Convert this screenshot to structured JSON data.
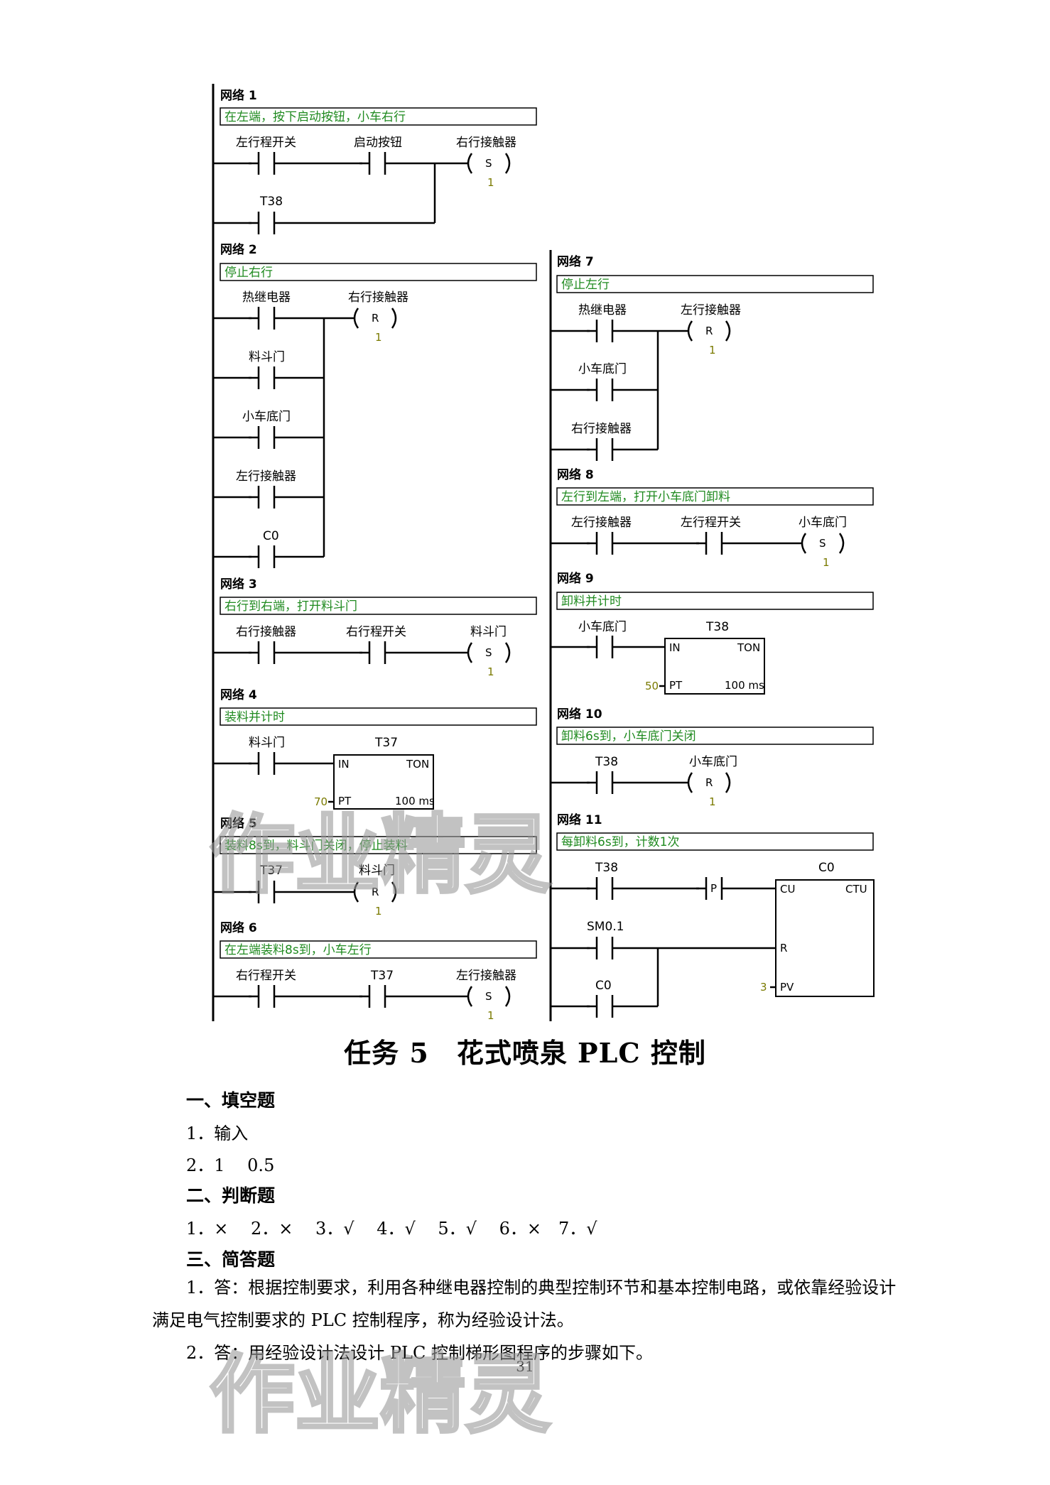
{
  "ladder": {
    "networks": [
      {
        "id": "n1",
        "title": "网络 1",
        "comment": "在左端，按下启动按钮，小车右行",
        "labels": {
          "c1": "左行程开关",
          "c2": "启动按钮",
          "coil": "右行接触器",
          "c3": "T38"
        },
        "coil_op": "S",
        "coil_n": "1"
      },
      {
        "id": "n2",
        "title": "网络 2",
        "comment": "停止右行",
        "labels": {
          "c1": "热继电器",
          "c2": "料斗门",
          "c3": "小车底门",
          "c4": "左行接触器",
          "c5": "C0",
          "coil": "右行接触器"
        },
        "coil_op": "R",
        "coil_n": "1"
      },
      {
        "id": "n3",
        "title": "网络 3",
        "comment": "右行到右端，打开料斗门",
        "labels": {
          "c1": "右行接触器",
          "c2": "右行程开关",
          "coil": "料斗门"
        },
        "coil_op": "S",
        "coil_n": "1"
      },
      {
        "id": "n4",
        "title": "网络 4",
        "comment": "装料并计时",
        "labels": {
          "c1": "料斗门",
          "timer": "T37",
          "in": "IN",
          "type": "TON",
          "pt": "PT",
          "pt_val": "70",
          "base": "100 ms"
        }
      },
      {
        "id": "n5",
        "title": "网络 5",
        "comment": "装料8s到，料斗门关闭，停止装料",
        "labels": {
          "c1": "T37",
          "coil": "料斗门"
        },
        "coil_op": "R",
        "coil_n": "1"
      },
      {
        "id": "n6",
        "title": "网络 6",
        "comment": "在左端装料8s到，小车左行",
        "labels": {
          "c1": "右行程开关",
          "c2": "T37",
          "coil": "左行接触器"
        },
        "coil_op": "S",
        "coil_n": "1"
      },
      {
        "id": "n7",
        "title": "网络 7",
        "comment": "停止左行",
        "labels": {
          "c1": "热继电器",
          "c2": "小车底门",
          "c3": "右行接触器",
          "coil": "左行接触器"
        },
        "coil_op": "R",
        "coil_n": "1"
      },
      {
        "id": "n8",
        "title": "网络 8",
        "comment": "左行到左端，打开小车底门卸料",
        "labels": {
          "c1": "左行接触器",
          "c2": "左行程开关",
          "coil": "小车底门"
        },
        "coil_op": "S",
        "coil_n": "1"
      },
      {
        "id": "n9",
        "title": "网络 9",
        "comment": "卸料并计时",
        "labels": {
          "c1": "小车底门",
          "timer": "T38",
          "in": "IN",
          "type": "TON",
          "pt": "PT",
          "pt_val": "50",
          "base": "100 ms"
        }
      },
      {
        "id": "n10",
        "title": "网络 10",
        "comment": "卸料6s到，小车底门关闭",
        "labels": {
          "c1": "T38",
          "coil": "小车底门"
        },
        "coil_op": "R",
        "coil_n": "1"
      },
      {
        "id": "n11",
        "title": "网络 11",
        "comment": "每卸料6s到，计数1次",
        "labels": {
          "c1": "T38",
          "p": "P",
          "counter": "C0",
          "cu": "CU",
          "type": "CTU",
          "c2": "SM0.1",
          "r": "R",
          "c3": "C0",
          "pv": "PV",
          "pv_val": "3"
        }
      }
    ]
  },
  "task_title": "任务 5　花式喷泉 PLC 控制",
  "sections": {
    "s1": {
      "heading": "一、填空题",
      "items": [
        "1．输入",
        "2．1　 0.5"
      ]
    },
    "s2": {
      "heading": "二、判断题",
      "items": [
        "1．×　 2．×　 3．√　 4．√　 5．√　 6．×　7．√"
      ]
    },
    "s3": {
      "heading": "三、简答题",
      "answer1": "1．答：根据控制要求，利用各种继电器控制的典型控制环节和基本控制电路，或依靠经验设计满足电气控制要求的 PLC 控制程序，称为经验设计法。",
      "answer2": "2．答：用经验设计法设计 PLC 控制梯形图程序的步骤如下。"
    }
  },
  "page_number": "31",
  "watermark": "作业精灵",
  "colors": {
    "comment_green": "#1f8a1f",
    "operand": "#7a7a00"
  }
}
